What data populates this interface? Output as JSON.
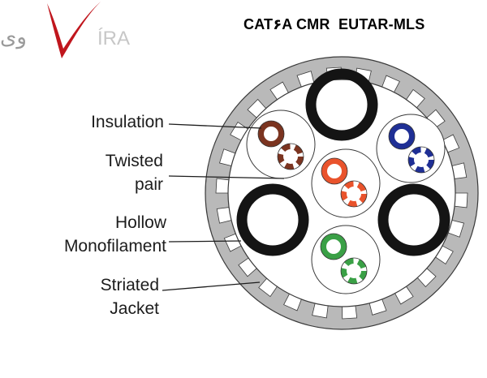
{
  "title": "CAT۶A CMR  EUTAR-MLS",
  "logo": {
    "arabic_text": "وی",
    "latin_text": "ÍRA",
    "brand_color": "#c0161d"
  },
  "labels": {
    "insulation": "Insulation",
    "twisted_line1": "Twisted",
    "twisted_line2": "pair",
    "hollow_line1": "Hollow",
    "hollow_line2": "Monofilament",
    "striated_line1": "Striated",
    "striated_line2": "Jacket"
  },
  "colors": {
    "jacket": "#b9b9b9",
    "brown_pair": "#7b3420",
    "blue_pair": "#1f2f95",
    "orange_pair": "#e9532c",
    "green_pair": "#3aa046",
    "monofilament": "#141414"
  }
}
